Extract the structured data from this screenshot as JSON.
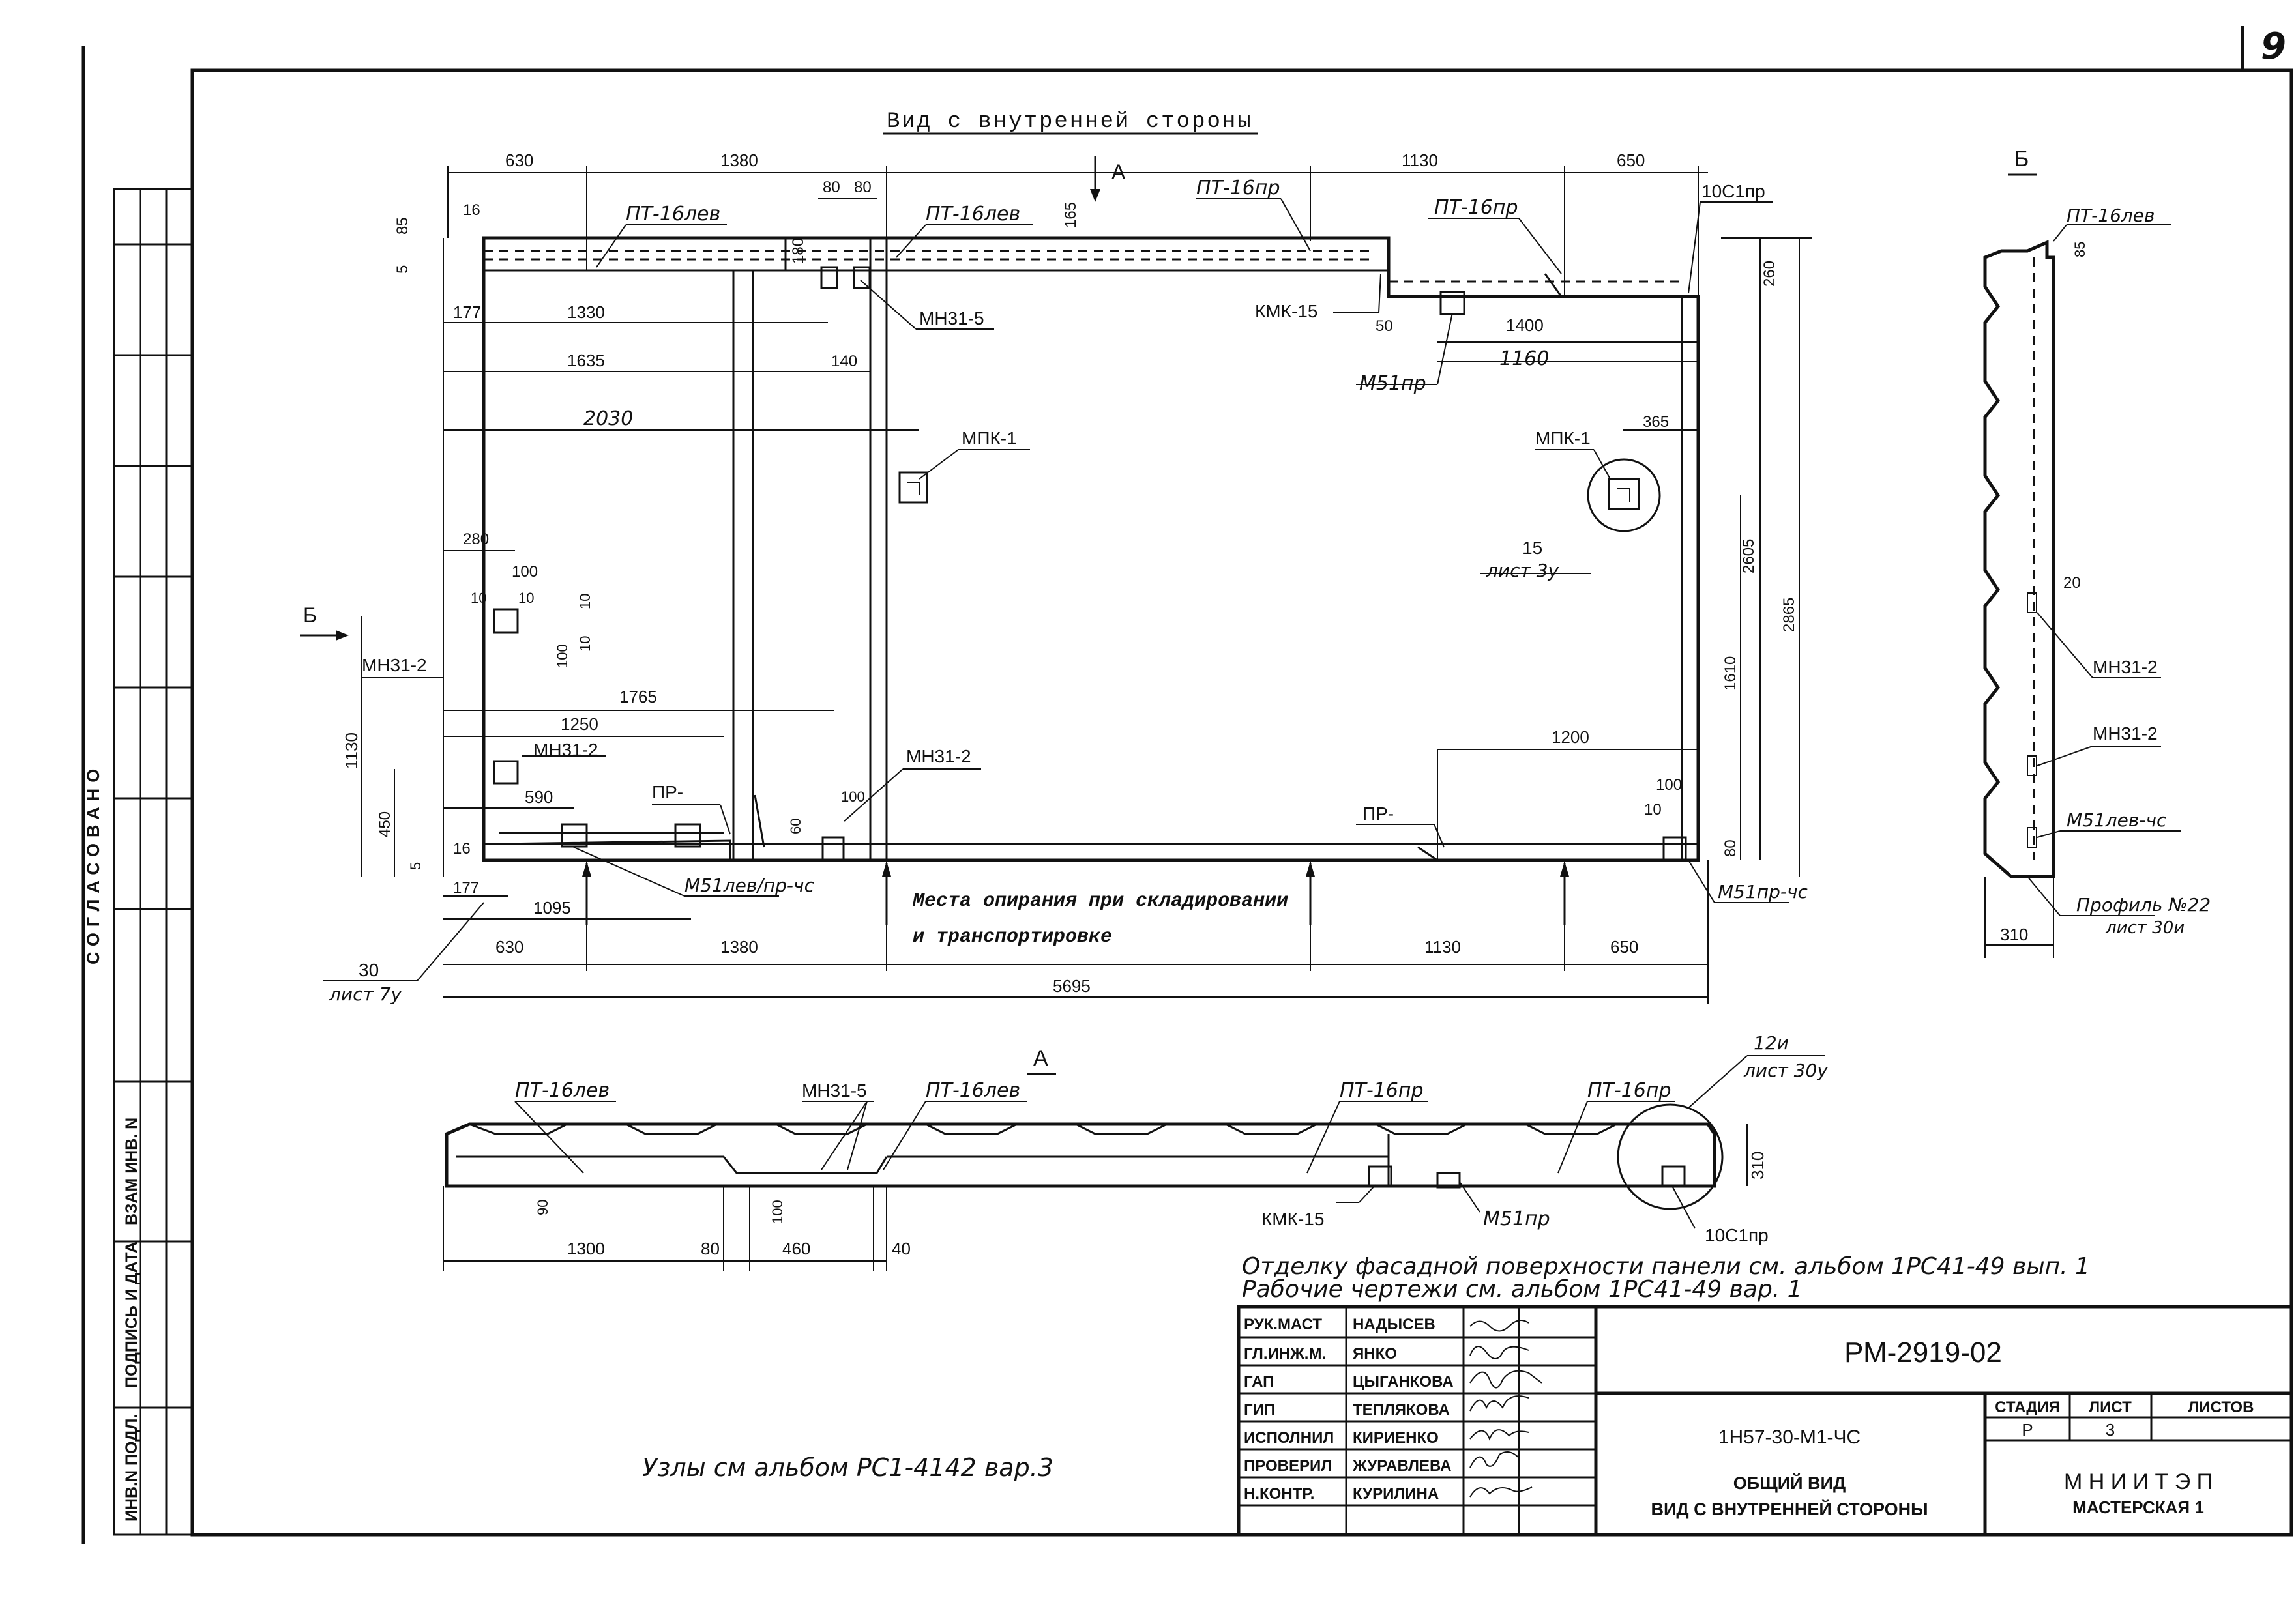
{
  "sheet_corner_number": "9",
  "main_view": {
    "title": "Вид с внутренней стороны",
    "arrow_a": "А",
    "arrow_b": "Б",
    "labels": {
      "pt16lev_1": "ПТ-16лев",
      "pt16lev_2": "ПТ-16лев",
      "pt16pr_1": "ПТ-16пр",
      "pt16pr_2": "ПТ-16пр",
      "c10pr": "10С1пр",
      "kmk15": "КМК-15",
      "m51pr": "М51пр",
      "mn315": "МН31-5",
      "mpk1_left": "МПК-1",
      "mpk1_right": "МПК-1",
      "callout_num": "15",
      "callout_sheet": "лист 3у",
      "mn312_a": "МН31-2",
      "mn312_b": "МН31-2",
      "mn312_c": "МН31-2",
      "pr_left": "ПР-",
      "pr_right": "ПР-",
      "m51levpr": "М51лев/пр-чс",
      "m51prchs": "М51пр-чс",
      "support_note_1": "Места опирания при складировании",
      "support_note_2": "и транспортировке",
      "ref_num": "30",
      "ref_sheet": "лист 7у"
    },
    "dims": {
      "d630t": "630",
      "d1380t": "1380",
      "d1130t": "1130",
      "d650t": "650",
      "d80a": "80",
      "d80b": "80",
      "d165": "165",
      "d16t": "16",
      "d85": "85",
      "d5t": "5",
      "d180": "180",
      "d177t": "177",
      "d1330": "1330",
      "d1635": "1635",
      "d140": "140",
      "d2030": "2030",
      "d260": "260",
      "d1400": "1400",
      "d50": "50",
      "d1160": "1160",
      "d365": "365",
      "d2605": "2605",
      "d2865": "2865",
      "d280": "280",
      "d100a": "100",
      "d10a": "10",
      "d10b": "10",
      "d10c": "10",
      "d10d": "10",
      "d100b": "100",
      "d1765": "1765",
      "d1250": "1250",
      "d1130v": "1130",
      "d590": "590",
      "d450": "450",
      "d60": "60",
      "d100c": "100",
      "d1610": "1610",
      "d1200": "1200",
      "d100d": "100",
      "d10e": "10",
      "d80v": "80",
      "d5b": "5",
      "d16b": "16",
      "d177b": "177",
      "d1095": "1095",
      "d630b": "630",
      "d1380b": "1380",
      "d1130b": "1130",
      "d650b": "650",
      "d5695": "5695"
    }
  },
  "side_view": {
    "title": "Б",
    "labels": {
      "pt16lev": "ПТ-16лев",
      "d85": "85",
      "d20": "20",
      "mn312_a": "МН31-2",
      "mn312_b": "МН31-2",
      "m51levchs": "М51лев-чс",
      "profile": "Профиль №22",
      "profile_sheet": "лист 30и",
      "d310": "310"
    }
  },
  "top_view": {
    "title": "А",
    "labels": {
      "pt16lev_1": "ПТ-16лев",
      "mn315": "МН31-5",
      "pt16lev_2": "ПТ-16лев",
      "pt16pr_1": "ПТ-16пр",
      "pt16pr_2": "ПТ-16пр",
      "callout_num": "12и",
      "callout_sheet": "лист 30у",
      "d310": "310",
      "d90": "90",
      "d100": "100",
      "kmk15": "КМК-15",
      "m51pr": "М51пр",
      "c10pr": "10С1пр",
      "d1300": "1300",
      "d80": "80",
      "d460": "460",
      "d40": "40"
    }
  },
  "notes": {
    "line1": "Отделку фасадной поверхности панели см. альбом 1РС41-49 вып. 1",
    "line2": "Рабочие чертежи см. альбом 1РС41-49 вар. 1",
    "nodes": "Узлы см альбом РС1-4142 вар.3"
  },
  "side_stamp": {
    "agreed": "СОГЛАСОВАНО",
    "inv_vzam": "ВЗАМ ИНВ. N",
    "sign_date": "ПОДПИСЬ И ДАТА",
    "inv_podl": "ИНВ.N ПОДЛ."
  },
  "title_block": {
    "roles": [
      {
        "role": "РУК.МАСТ",
        "name": "НАДЫСЕВ"
      },
      {
        "role": "ГЛ.ИНЖ.М.",
        "name": "ЯНКО"
      },
      {
        "role": "ГАП",
        "name": "ЦЫГАНКОВА"
      },
      {
        "role": "ГИП",
        "name": "ТЕПЛЯКОВА"
      },
      {
        "role": "ИСПОЛНИЛ",
        "name": "КИРИЕНКО"
      },
      {
        "role": "ПРОВЕРИЛ",
        "name": "ЖУРАВЛЕВА"
      },
      {
        "role": "Н.КОНТР.",
        "name": "КУРИЛИНА"
      }
    ],
    "doc_code": "РМ-2919-02",
    "part_code": "1Н57-30-М1-ЧС",
    "drawing_title_1": "ОБЩИЙ ВИД",
    "drawing_title_2": "ВИД С ВНУТРЕННЕЙ СТОРОНЫ",
    "stage_label": "СТАДИЯ",
    "sheet_label": "ЛИСТ",
    "sheets_label": "ЛИСТОВ",
    "stage": "Р",
    "sheet": "3",
    "sheets": "",
    "org": "М Н И И Т Э П",
    "workshop": "МАСТЕРСКАЯ 1"
  }
}
